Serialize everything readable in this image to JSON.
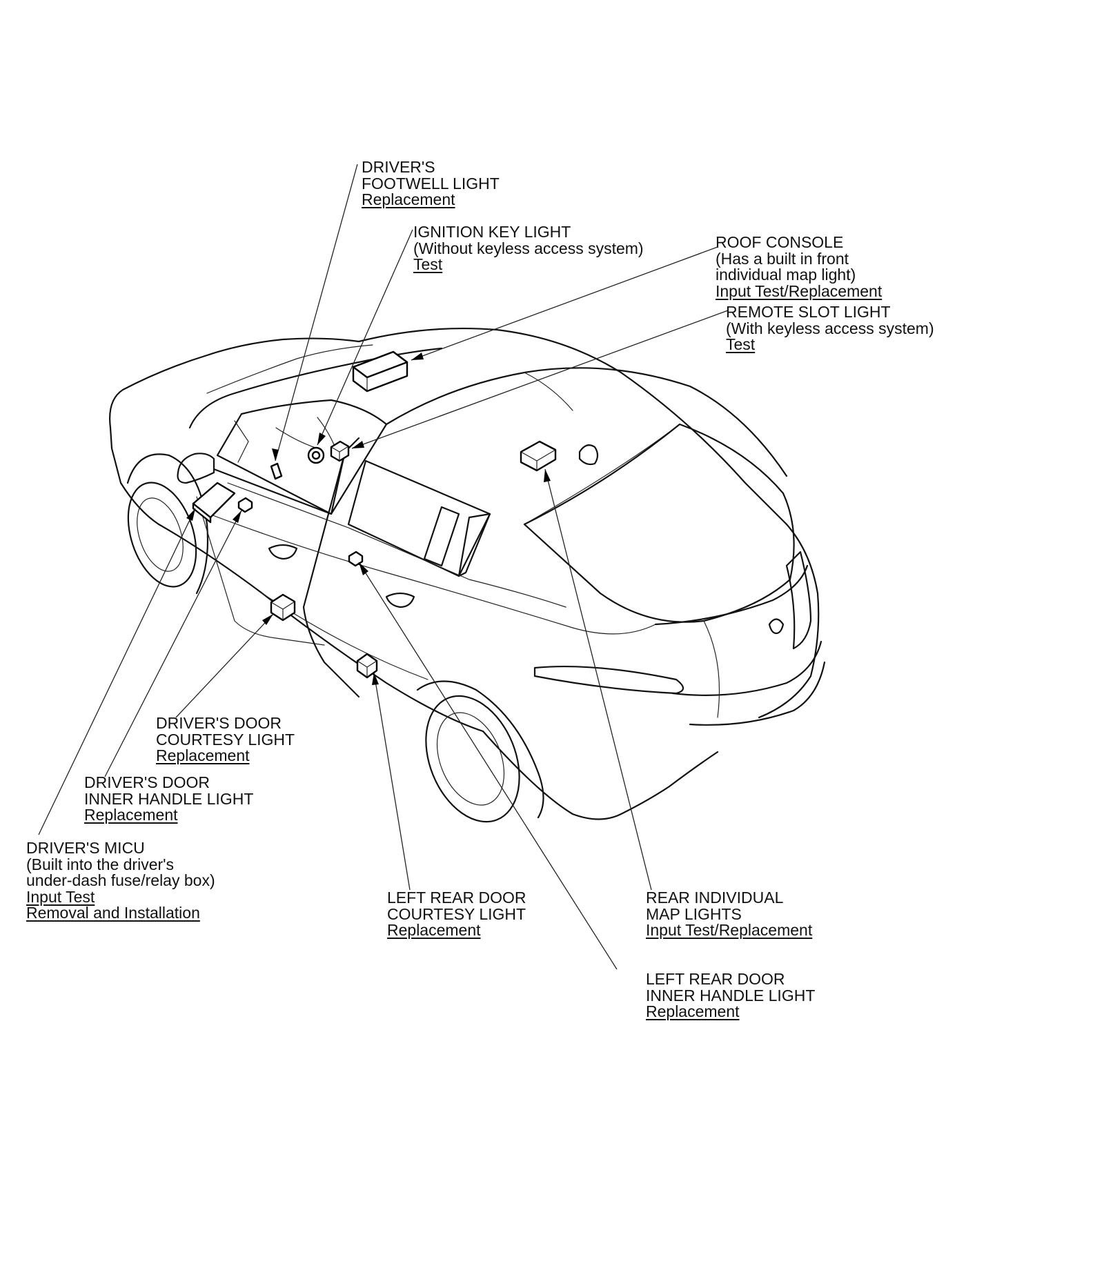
{
  "callouts": {
    "footwell": {
      "lines": [
        "DRIVER'S",
        "FOOTWELL LIGHT"
      ],
      "links": [
        "Replacement"
      ]
    },
    "ignition": {
      "lines": [
        "IGNITION KEY LIGHT",
        "(Without keyless access system)"
      ],
      "links": [
        "Test"
      ]
    },
    "roof_console": {
      "lines": [
        "ROOF CONSOLE",
        "(Has a built in front",
        "individual map light)"
      ],
      "links": [
        "Input Test/Replacement"
      ]
    },
    "remote_slot": {
      "lines": [
        "REMOTE SLOT LIGHT",
        "(With keyless access system)"
      ],
      "links": [
        "Test"
      ]
    },
    "door_courtesy": {
      "lines": [
        "DRIVER'S DOOR",
        "COURTESY LIGHT"
      ],
      "links": [
        "Replacement"
      ]
    },
    "door_handle": {
      "lines": [
        "DRIVER'S DOOR",
        "INNER HANDLE LIGHT"
      ],
      "links": [
        "Replacement"
      ]
    },
    "micu": {
      "lines": [
        "DRIVER'S MICU",
        "(Built into the driver's",
        "under-dash fuse/relay box)"
      ],
      "links": [
        "Input Test",
        "Removal and Installation"
      ]
    },
    "rear_courtesy": {
      "lines": [
        "LEFT REAR DOOR",
        "COURTESY LIGHT"
      ],
      "links": [
        "Replacement"
      ]
    },
    "rear_map": {
      "lines": [
        "REAR INDIVIDUAL",
        "MAP LIGHTS"
      ],
      "links": [
        "Input Test/Replacement"
      ]
    },
    "rear_handle": {
      "lines": [
        "LEFT REAR DOOR",
        "INNER HANDLE LIGHT"
      ],
      "links": [
        "Replacement"
      ]
    }
  }
}
